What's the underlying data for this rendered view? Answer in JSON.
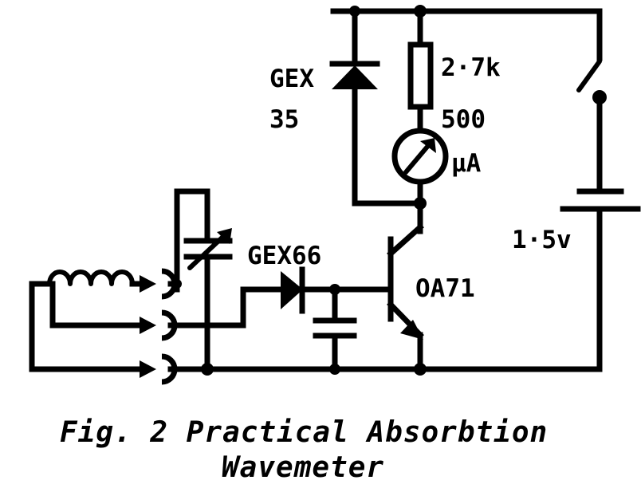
{
  "figure": {
    "caption_line1": "Fig. 2   Practical Absorbtion",
    "caption_line2": "Wavemeter",
    "background_color": "#ffffff",
    "ink_color": "#000000"
  },
  "components": {
    "detector_diode": {
      "label_line1": "GEX",
      "label_line2": "35",
      "name": "germanium-diode-gex35"
    },
    "series_diode": {
      "label": "GEX66",
      "name": "germanium-diode-gex66"
    },
    "resistor": {
      "label": "2·7k",
      "name": "resistor-2k7"
    },
    "meter": {
      "label_line1": "500",
      "label_line2": "µA",
      "name": "microammeter-500ua"
    },
    "transistor": {
      "label": "OA71",
      "name": "transistor-oa71"
    },
    "battery": {
      "label": "1·5v",
      "name": "battery-1v5"
    },
    "switch": {
      "label": "",
      "name": "power-switch"
    },
    "tuning_capacitor": {
      "label": "",
      "name": "variable-tuning-capacitor"
    },
    "bypass_capacitor": {
      "label": "",
      "name": "bypass-capacitor"
    },
    "coil": {
      "label": "",
      "name": "plug-in-tuning-coil"
    },
    "plug_sockets": {
      "count": 3,
      "name": "coil-plug-sockets"
    }
  }
}
